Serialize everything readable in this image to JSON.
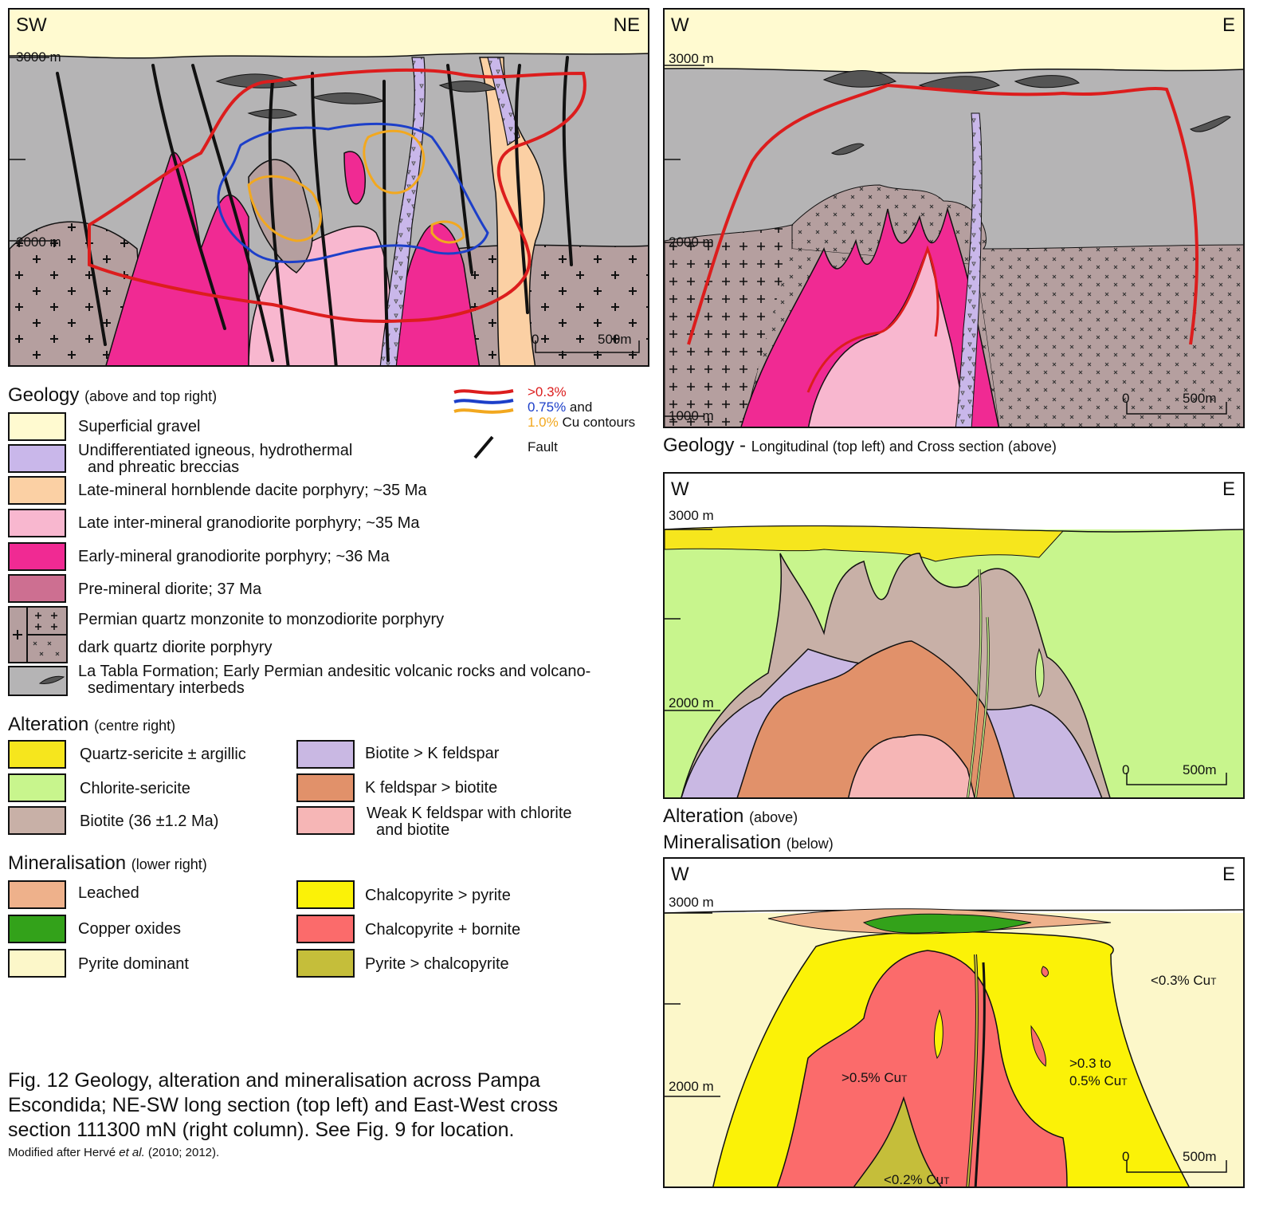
{
  "colors": {
    "gravel": "#fffad0",
    "breccia": "#c9b7ea",
    "dacite": "#fbd0a4",
    "late_granodiorite": "#f8b7cf",
    "early_granodiorite": "#f02a93",
    "diorite": "#cd6f91",
    "monzonite": "#b59f9f",
    "la_tabla": "#b5b4b5",
    "quartz_sericite": "#f6e61d",
    "chlorite_sericite": "#c8f58d",
    "biotite": "#c8b0a7",
    "biotite_kf": "#c9b8e3",
    "kf_biotite": "#e1916a",
    "weak_kf": "#f6b6b6",
    "leached": "#eeb18b",
    "copper_oxides": "#33a21a",
    "pyrite_dominant": "#fcf7c9",
    "chalcopyrite_pyrite": "#fbf207",
    "chalcopyrite_bornite": "#fb6b6b",
    "pyrite_chalcopyrite": "#c5be3a",
    "contour_03": "#dc1d1d",
    "contour_075": "#1c3fc9",
    "contour_10": "#f2a81f"
  },
  "long_section": {
    "left": "SW",
    "right": "NE",
    "elev_top": "3000 m",
    "elev_mid": "2000 m",
    "scale0": "0",
    "scale500": "500",
    "scale_unit": "m"
  },
  "cross_geology": {
    "left": "W",
    "right": "E",
    "elev_top": "3000 m",
    "elev_mid": "2000 m",
    "elev_bot": "1000 m",
    "scale0": "0",
    "scale500": "500",
    "scale_unit": "m"
  },
  "cross_alteration": {
    "left": "W",
    "right": "E",
    "elev_top": "3000 m",
    "elev_mid": "2000 m",
    "scale0": "0",
    "scale500": "500",
    "scale_unit": "m"
  },
  "cross_mineral": {
    "left": "W",
    "right": "E",
    "elev_top": "3000 m",
    "elev_mid": "2000 m",
    "scale0": "0",
    "scale500": "500",
    "scale_unit": "m",
    "label_low": "<0.3% Cu",
    "label_mid_1": ">0.3 to",
    "label_mid_2": "0.5% Cu",
    "label_high": ">0.5% Cu",
    "label_core": "<0.2% Cu",
    "sub_t": "T"
  },
  "titles": {
    "geology_main": "Geology - ",
    "geology_sub": "Longitudinal (top left) and Cross section (above)",
    "alteration_main": "Alteration",
    "alteration_sub": "(above)",
    "mineral_main": "Mineralisation",
    "mineral_sub": "(below)"
  },
  "legend_contours": {
    "c1": ">0.3%",
    "c2": "0.75%",
    "c2_tail": " and",
    "c3": "1.0%",
    "c3_tail": " Cu contours",
    "fault": "Fault"
  },
  "geology_legend": {
    "heading": "Geology",
    "heading_sub": "(above and top right)",
    "gravel": "Superficial gravel",
    "breccia_1": "Undifferentiated igneous, hydrothermal",
    "breccia_2": "and phreatic breccias",
    "dacite": "Late-mineral hornblende dacite porphyry; ~35 Ma",
    "late_granodiorite": "Late inter-mineral granodiorite porphyry; ~35 Ma",
    "early_granodiorite": "Early-mineral granodiorite porphyry; ~36 Ma",
    "diorite": "Pre-mineral diorite; 37 Ma",
    "permian_1": "Permian quartz monzonite to monzodiorite porphyry",
    "permian_2": "dark quartz diorite porphyry",
    "la_tabla_1": "La Tabla Formation; Early Permian andesitic volcanic rocks and volcano-",
    "la_tabla_2": "sedimentary interbeds"
  },
  "alteration_legend": {
    "heading": "Alteration",
    "heading_sub": "(centre right)",
    "qs": "Quartz-sericite ± argillic",
    "cs": "Chlorite-sericite",
    "bt": "Biotite (36 ±1.2 Ma)",
    "btkf": "Biotite > K feldspar",
    "kfbt": "K feldspar > biotite",
    "wk_1": "Weak K feldspar with chlorite",
    "wk_2": "and biotite"
  },
  "mineral_legend": {
    "heading": "Mineralisation",
    "heading_sub": "(lower right)",
    "leached": "Leached",
    "oxides": "Copper oxides",
    "pyrite": "Pyrite dominant",
    "cpy_py": "Chalcopyrite > pyrite",
    "cpy_bn": "Chalcopyrite + bornite",
    "py_cpy": "Pyrite > chalcopyrite"
  },
  "caption": {
    "line1": "Fig. 12    Geology, alteration and mineralisation across Pampa",
    "line2": "Escondida; NE-SW long section (top left) and East-West cross",
    "line3": "section 111300 mN (right column). See Fig. 9 for location.",
    "note_a": "Modified after Hervé ",
    "note_b": "et al.",
    "note_c": " (2010; 2012)."
  }
}
